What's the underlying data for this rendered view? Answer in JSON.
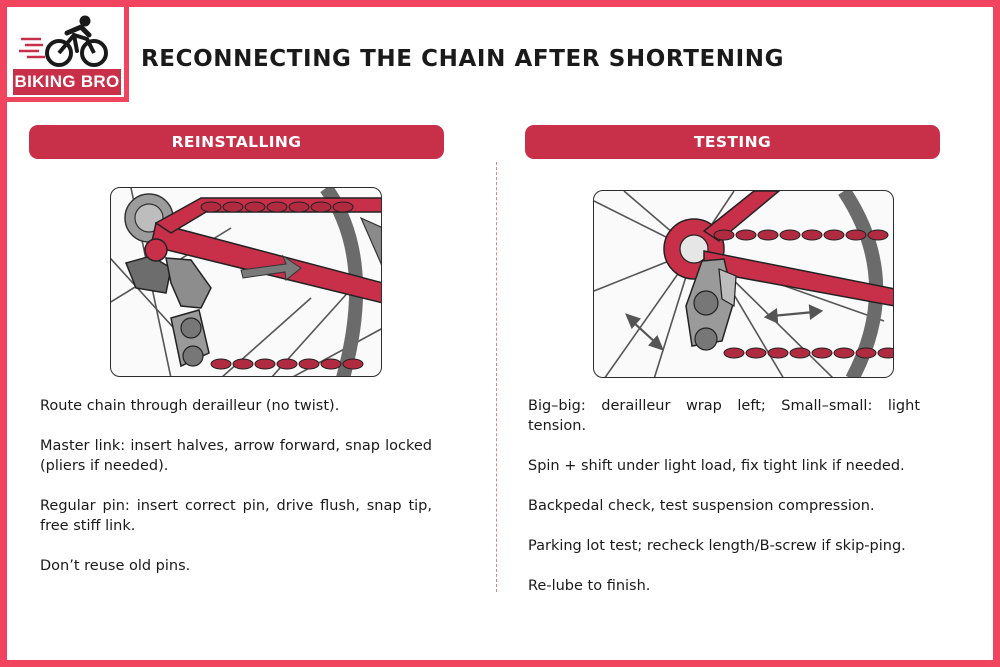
{
  "brand": {
    "name": "BIKING BRO",
    "logo_icon": "cyclist-icon",
    "accent": "#c8304a",
    "frame_color": "#f0445f"
  },
  "title": "RECONNECTING THE CHAIN AFTER SHORTENING",
  "left": {
    "heading": "REINSTALLING",
    "image_icon": "rear-derailleur-chain-illustration",
    "steps": [
      "Route chain through derailleur (no twist).",
      "Master link: insert halves, arrow forward, snap locked (pliers if needed).",
      "Regular pin: insert correct pin, drive flush, snap tip, free stiff link.",
      "Don’t reuse old pins."
    ]
  },
  "right": {
    "heading": "TESTING",
    "image_icon": "derailleur-shifting-test-illustration",
    "steps": [
      "Big–big: derailleur wrap left; Small–small: light tension.",
      "Spin + shift under light load, fix tight link if needed.",
      "Backpedal check, test suspension compression.",
      "Parking lot test; recheck length/B-screw if skip-ping.",
      "Re-lube to finish."
    ]
  }
}
